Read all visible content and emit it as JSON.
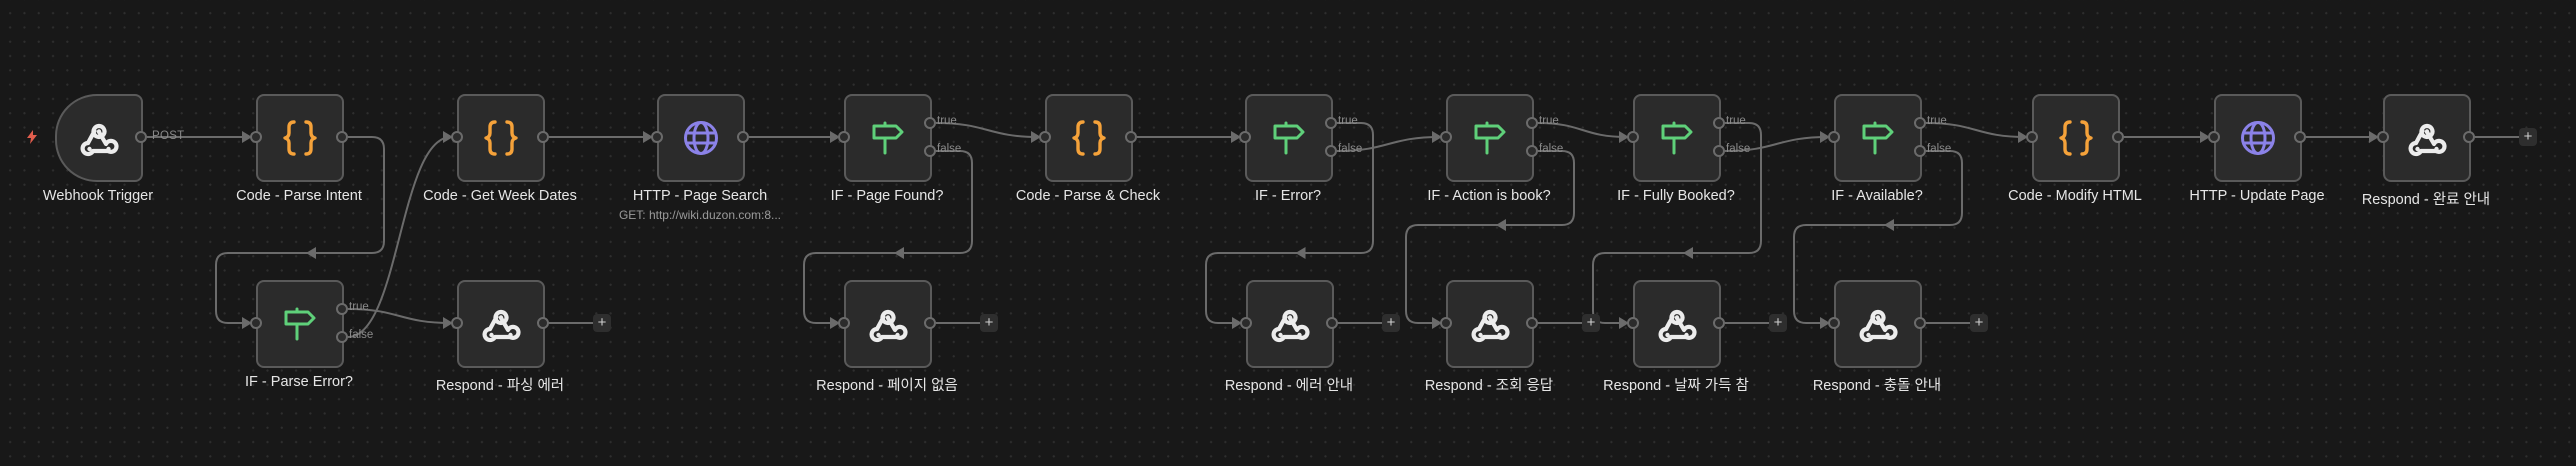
{
  "app": "n8n workflow canvas",
  "colors": {
    "background": "#181818",
    "node_fill": "#2b2b2b",
    "node_border": "#5a5a5a",
    "edge": "#6b6b6b",
    "code_icon": "#f5a23a",
    "http_icon": "#8b82e8",
    "if_icon": "#5fd07a",
    "webhook_icon": "#ececec",
    "trigger_bolt": "#e05d4d"
  },
  "nodes": {
    "webhook_trigger": {
      "label": "Webhook Trigger",
      "icon": "webhook-icon",
      "type": "trigger",
      "output_label": "POST"
    },
    "code_parse_intent": {
      "label": "Code - Parse Intent",
      "icon": "code-braces-icon"
    },
    "code_get_week_dates": {
      "label": "Code - Get Week Dates",
      "icon": "code-braces-icon"
    },
    "http_page_search": {
      "label": "HTTP - Page Search",
      "icon": "globe-icon",
      "subtitle": "GET: http://wiki.duzon.com:8..."
    },
    "if_page_found": {
      "label": "IF - Page Found?",
      "icon": "signpost-icon",
      "true_label": "true",
      "false_label": "false"
    },
    "code_parse_check": {
      "label": "Code - Parse & Check",
      "icon": "code-braces-icon"
    },
    "if_error": {
      "label": "IF - Error?",
      "icon": "signpost-icon",
      "true_label": "true",
      "false_label": "false"
    },
    "if_action_is_book": {
      "label": "IF - Action is book?",
      "icon": "signpost-icon",
      "true_label": "true",
      "false_label": "false"
    },
    "if_fully_booked": {
      "label": "IF - Fully Booked?",
      "icon": "signpost-icon",
      "true_label": "true",
      "false_label": "false"
    },
    "if_available": {
      "label": "IF - Available?",
      "icon": "signpost-icon",
      "true_label": "true",
      "false_label": "false"
    },
    "code_modify_html": {
      "label": "Code - Modify HTML",
      "icon": "code-braces-icon"
    },
    "http_update_page": {
      "label": "HTTP - Update Page",
      "icon": "globe-icon"
    },
    "respond_done": {
      "label": "Respond - 완료 안내",
      "icon": "webhook-icon"
    },
    "if_parse_error": {
      "label": "IF - Parse Error?",
      "icon": "signpost-icon",
      "true_label": "true",
      "false_label": "false"
    },
    "respond_parse_error": {
      "label": "Respond - 파싱 에러",
      "icon": "webhook-icon"
    },
    "respond_no_page": {
      "label": "Respond - 페이지 없음",
      "icon": "webhook-icon"
    },
    "respond_error_info": {
      "label": "Respond - 에러 안내",
      "icon": "webhook-icon"
    },
    "respond_query": {
      "label": "Respond - 조회 응답",
      "icon": "webhook-icon"
    },
    "respond_date_full": {
      "label": "Respond - 날짜 가득 참",
      "icon": "webhook-icon"
    },
    "respond_conflict": {
      "label": "Respond - 충돌 안내",
      "icon": "webhook-icon"
    }
  },
  "connections": [
    {
      "from": "webhook_trigger",
      "to": "code_parse_intent",
      "label": "POST"
    },
    {
      "from": "code_parse_intent",
      "to": "if_parse_error"
    },
    {
      "from": "if_parse_error",
      "port": "true",
      "to": "respond_parse_error"
    },
    {
      "from": "if_parse_error",
      "port": "false",
      "to": "code_get_week_dates"
    },
    {
      "from": "code_get_week_dates",
      "to": "http_page_search"
    },
    {
      "from": "http_page_search",
      "to": "if_page_found"
    },
    {
      "from": "if_page_found",
      "port": "true",
      "to": "code_parse_check"
    },
    {
      "from": "if_page_found",
      "port": "false",
      "to": "respond_no_page"
    },
    {
      "from": "code_parse_check",
      "to": "if_error"
    },
    {
      "from": "if_error",
      "port": "true",
      "to": "respond_error_info"
    },
    {
      "from": "if_error",
      "port": "false",
      "to": "if_action_is_book"
    },
    {
      "from": "if_action_is_book",
      "port": "true",
      "to": "if_fully_booked"
    },
    {
      "from": "if_action_is_book",
      "port": "false",
      "to": "respond_query"
    },
    {
      "from": "if_fully_booked",
      "port": "true",
      "to": "respond_date_full"
    },
    {
      "from": "if_fully_booked",
      "port": "false",
      "to": "if_available"
    },
    {
      "from": "if_available",
      "port": "true",
      "to": "code_modify_html"
    },
    {
      "from": "if_available",
      "port": "false",
      "to": "respond_conflict"
    },
    {
      "from": "code_modify_html",
      "to": "http_update_page"
    },
    {
      "from": "http_update_page",
      "to": "respond_done"
    }
  ],
  "add_button_label": "+"
}
